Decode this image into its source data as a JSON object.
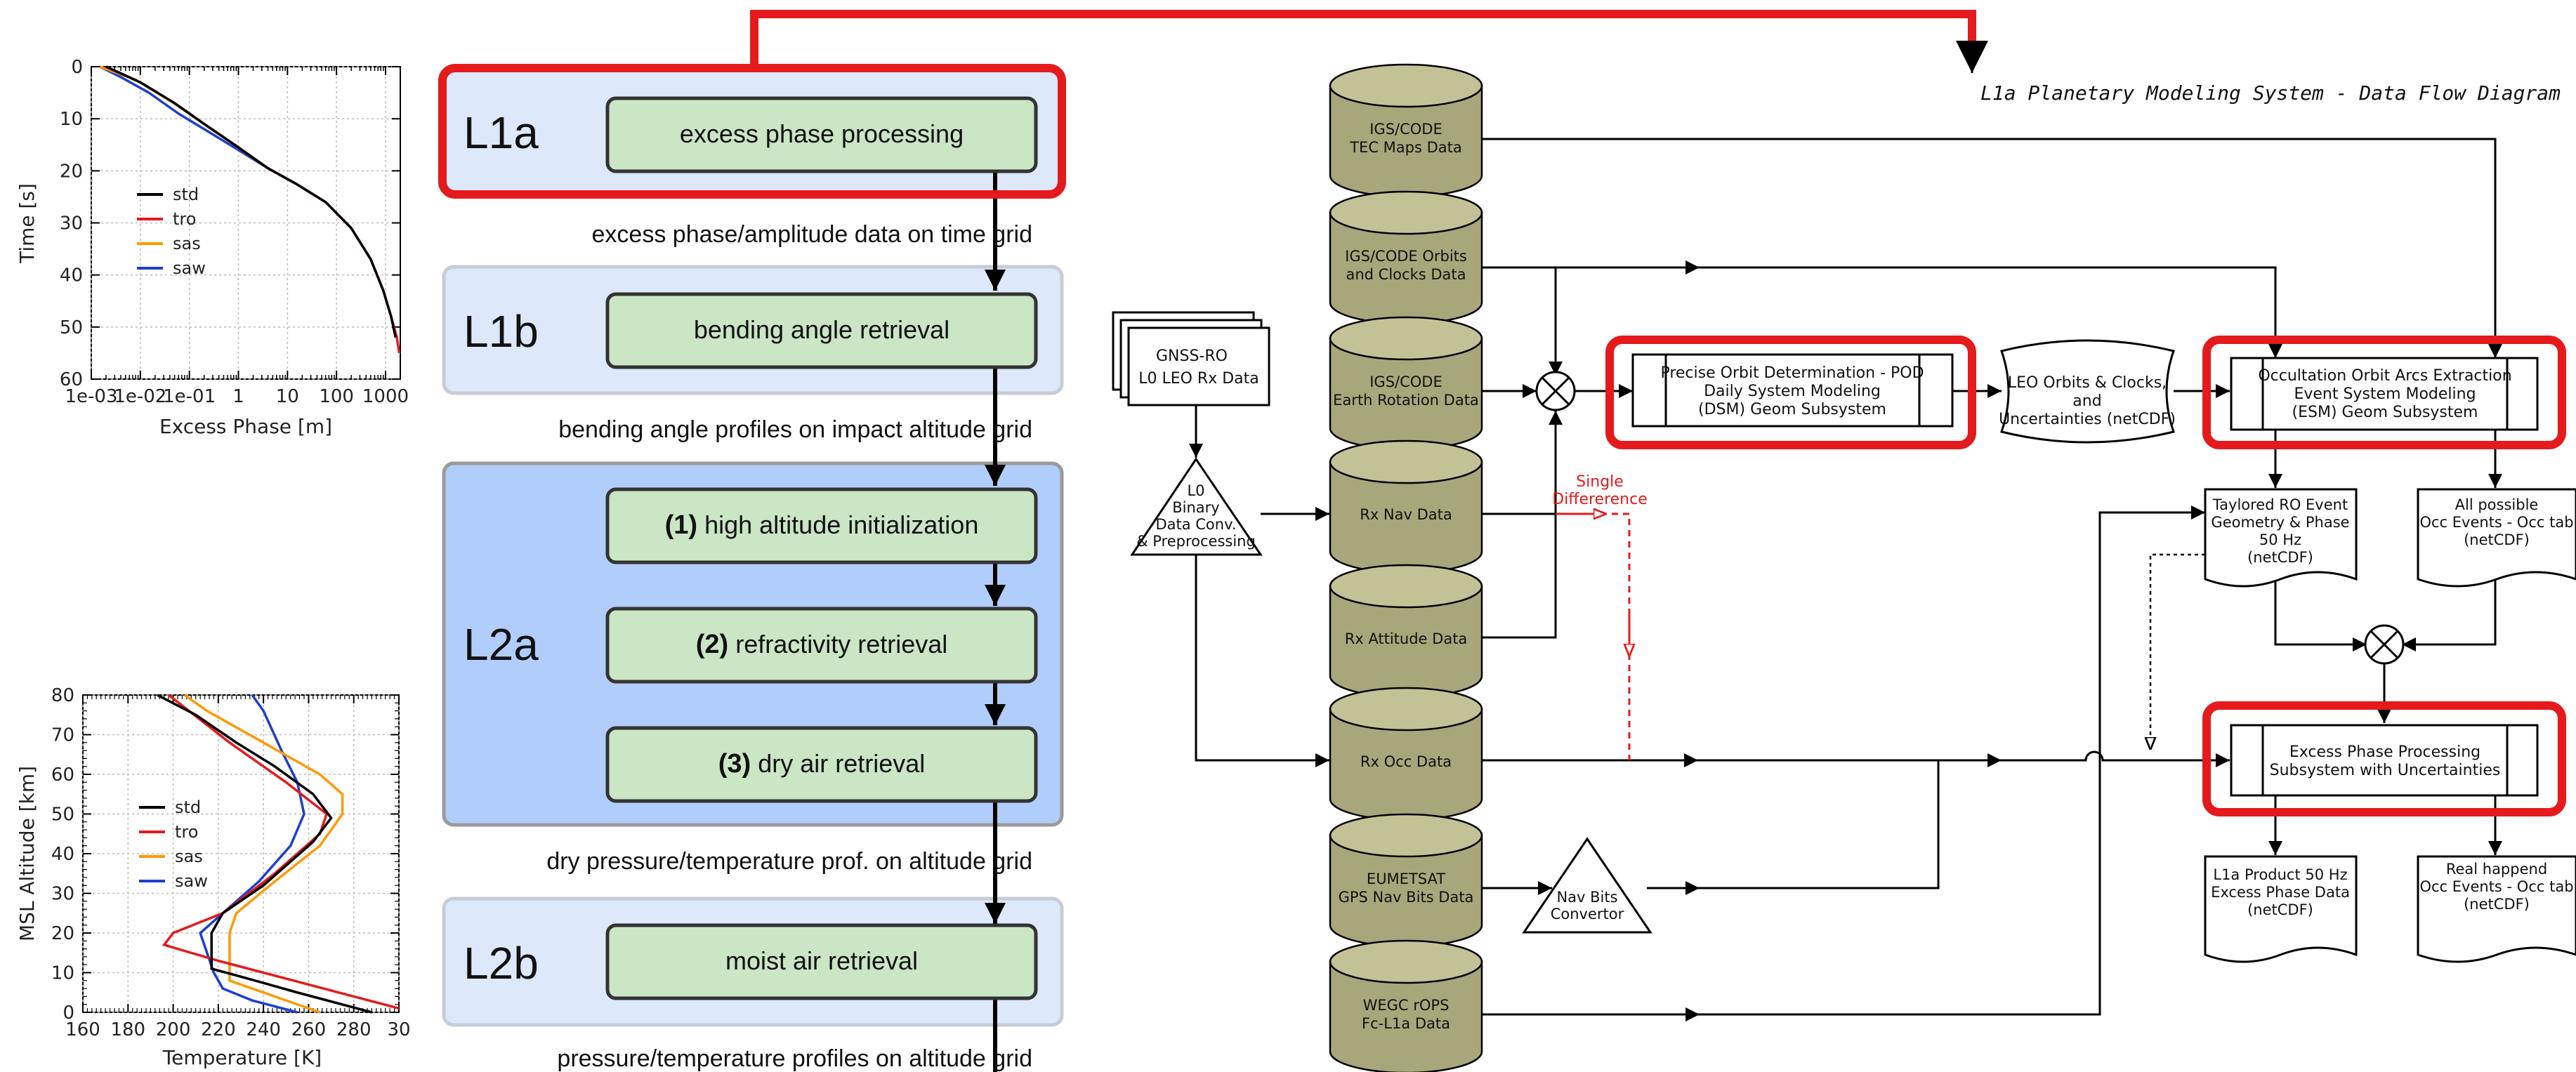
{
  "chart_data": [
    {
      "type": "line",
      "title": "",
      "xlabel": "Excess Phase [m]",
      "ylabel": "Time [s]",
      "xscale": "log",
      "xlim": [
        0.001,
        2000
      ],
      "ylim": [
        60,
        0
      ],
      "x_ticks": [
        "1e-03",
        "1e-02",
        "1e-01",
        "1",
        "10",
        "100",
        "1000"
      ],
      "y_ticks": [
        "0",
        "10",
        "20",
        "30",
        "40",
        "50",
        "60"
      ],
      "grid": true,
      "legend": "center-left",
      "series": [
        {
          "name": "std",
          "color": "#000000",
          "x": [
            0.002,
            0.01,
            0.05,
            0.2,
            1,
            4,
            15,
            60,
            200,
            500,
            900,
            1300,
            1600
          ],
          "y": [
            0,
            3,
            7,
            11,
            15.5,
            19.5,
            22.5,
            26,
            31,
            37,
            43,
            48,
            52
          ]
        },
        {
          "name": "tro",
          "color": "#e41a1c",
          "x": [
            0.002,
            0.01,
            0.05,
            0.2,
            1,
            4,
            15,
            60,
            200,
            500,
            900,
            1300,
            1700,
            1900
          ],
          "y": [
            0,
            3,
            7,
            11,
            15.5,
            19.5,
            22.5,
            26,
            31,
            37,
            43,
            48,
            52,
            55
          ]
        },
        {
          "name": "sas",
          "color": "#ff9900",
          "x": [
            0.0015,
            0.008,
            0.04,
            0.2,
            1,
            4,
            15,
            60,
            200
          ],
          "y": [
            0,
            2.5,
            6.5,
            11,
            15.5,
            19.5,
            22.5,
            26,
            31
          ]
        },
        {
          "name": "saw",
          "color": "#1f3fcf",
          "x": [
            0.0015,
            0.004,
            0.015,
            0.06,
            0.3,
            1,
            4,
            15,
            60,
            200
          ],
          "y": [
            0,
            2,
            5,
            9,
            13,
            16,
            19.5,
            22.5,
            26,
            31
          ]
        }
      ]
    },
    {
      "type": "line",
      "title": "",
      "xlabel": "Temperature [K]",
      "ylabel": "MSL Altitude [km]",
      "xlim": [
        160,
        300
      ],
      "ylim": [
        0,
        80
      ],
      "x_ticks": [
        "160",
        "180",
        "200",
        "220",
        "240",
        "260",
        "280",
        "30"
      ],
      "y_ticks": [
        "0",
        "10",
        "20",
        "30",
        "40",
        "50",
        "60",
        "70",
        "80"
      ],
      "grid": true,
      "legend": "center-left",
      "series": [
        {
          "name": "std",
          "color": "#000000",
          "x": [
            288,
            255,
            230,
            217,
            217,
            222,
            240,
            262,
            270,
            262,
            245,
            228,
            210,
            193
          ],
          "y": [
            0,
            5,
            9,
            11,
            20,
            25,
            32,
            43,
            49,
            55,
            62,
            68,
            75,
            80
          ]
        },
        {
          "name": "tro",
          "color": "#e41a1c",
          "x": [
            300,
            280,
            260,
            240,
            220,
            196,
            200,
            222,
            245,
            265,
            268,
            250,
            225,
            198
          ],
          "y": [
            1,
            4,
            7,
            10,
            13,
            17,
            20,
            25,
            35,
            45,
            50,
            58,
            68,
            80
          ]
        },
        {
          "name": "sas",
          "color": "#ff9900",
          "x": [
            265,
            245,
            225,
            225,
            228,
            245,
            265,
            275,
            275,
            265,
            240,
            215,
            205
          ],
          "y": [
            0,
            4,
            8,
            20,
            25,
            33,
            42,
            50,
            55,
            60,
            68,
            76,
            80
          ]
        },
        {
          "name": "saw",
          "color": "#1f3fcf",
          "x": [
            255,
            235,
            222,
            218,
            212,
            222,
            238,
            252,
            258,
            255,
            248,
            240,
            235
          ],
          "y": [
            0,
            3,
            6,
            10,
            20,
            25,
            33,
            42,
            50,
            58,
            66,
            76,
            80
          ]
        }
      ]
    }
  ],
  "pipeline": {
    "stages": [
      {
        "level": "L1a",
        "steps": [
          {
            "label": "excess phase processing"
          }
        ]
      },
      {
        "level": "L1b",
        "steps": [
          {
            "label": "bending angle retrieval"
          }
        ]
      },
      {
        "level": "L2a",
        "steps": [
          {
            "num": "(1)",
            "label": "high altitude initialization"
          },
          {
            "num": "(2)",
            "label": "refractivity retrieval"
          },
          {
            "num": "(3)",
            "label": "dry air retrieval"
          }
        ]
      },
      {
        "level": "L2b",
        "steps": [
          {
            "label": "moist air retrieval"
          }
        ]
      }
    ],
    "outputs": [
      "excess phase/amplitude data on time grid",
      "bending angle profiles on impact altitude grid",
      "dry pressure/temperature prof. on altitude grid",
      "pressure/temperature profiles on altitude grid"
    ]
  },
  "dfd": {
    "title": "L1a Planetary Modeling System - Data Flow Diagram",
    "db": [
      [
        "IGS/CODE",
        "TEC Maps Data"
      ],
      [
        "IGS/CODE  Orbits",
        "and Clocks Data"
      ],
      [
        "IGS/CODE",
        "Earth Rotation Data"
      ],
      [
        "Rx Nav Data"
      ],
      [
        "Rx Attitude Data"
      ],
      [
        "Rx Occ Data"
      ],
      [
        "EUMETSAT",
        "GPS Nav Bits Data"
      ],
      [
        "WEGC rOPS",
        "Fc-L1a Data"
      ]
    ],
    "gnss": [
      "GNSS-RO",
      "L0 LEO Rx Data"
    ],
    "l0": [
      "L0",
      "Binary",
      "Data Conv.",
      "& Preprocessing"
    ],
    "navbits": [
      "Nav Bits",
      "Convertor"
    ],
    "single_diff": [
      "Single",
      "Differerence"
    ],
    "pod": [
      "Precise Orbit Determination - POD",
      "Daily System Modeling",
      "(DSM) Geom Subsystem"
    ],
    "leo_orbits": [
      "LEO Orbits & Clocks,",
      "and",
      "Uncertainties (netCDF)"
    ],
    "occ_arcs": [
      "Occultation Orbit Arcs Extraction",
      "Event System Modeling",
      "(ESM) Geom Subsystem"
    ],
    "taylored": [
      "Taylored RO Event",
      "Geometry & Phase",
      "50 Hz",
      "(netCDF)"
    ],
    "all_possible": [
      "All possible",
      "Occ Events - Occ tab",
      "(netCDF)"
    ],
    "excess": [
      "Excess Phase Processing",
      "Subsystem with Uncertainties"
    ],
    "l1a_product": [
      "L1a Product 50 Hz",
      "Excess Phase Data",
      "(netCDF)"
    ],
    "real_happend": [
      "Real happend",
      "Occ Events - Occ tab",
      "(netCDF)"
    ]
  }
}
